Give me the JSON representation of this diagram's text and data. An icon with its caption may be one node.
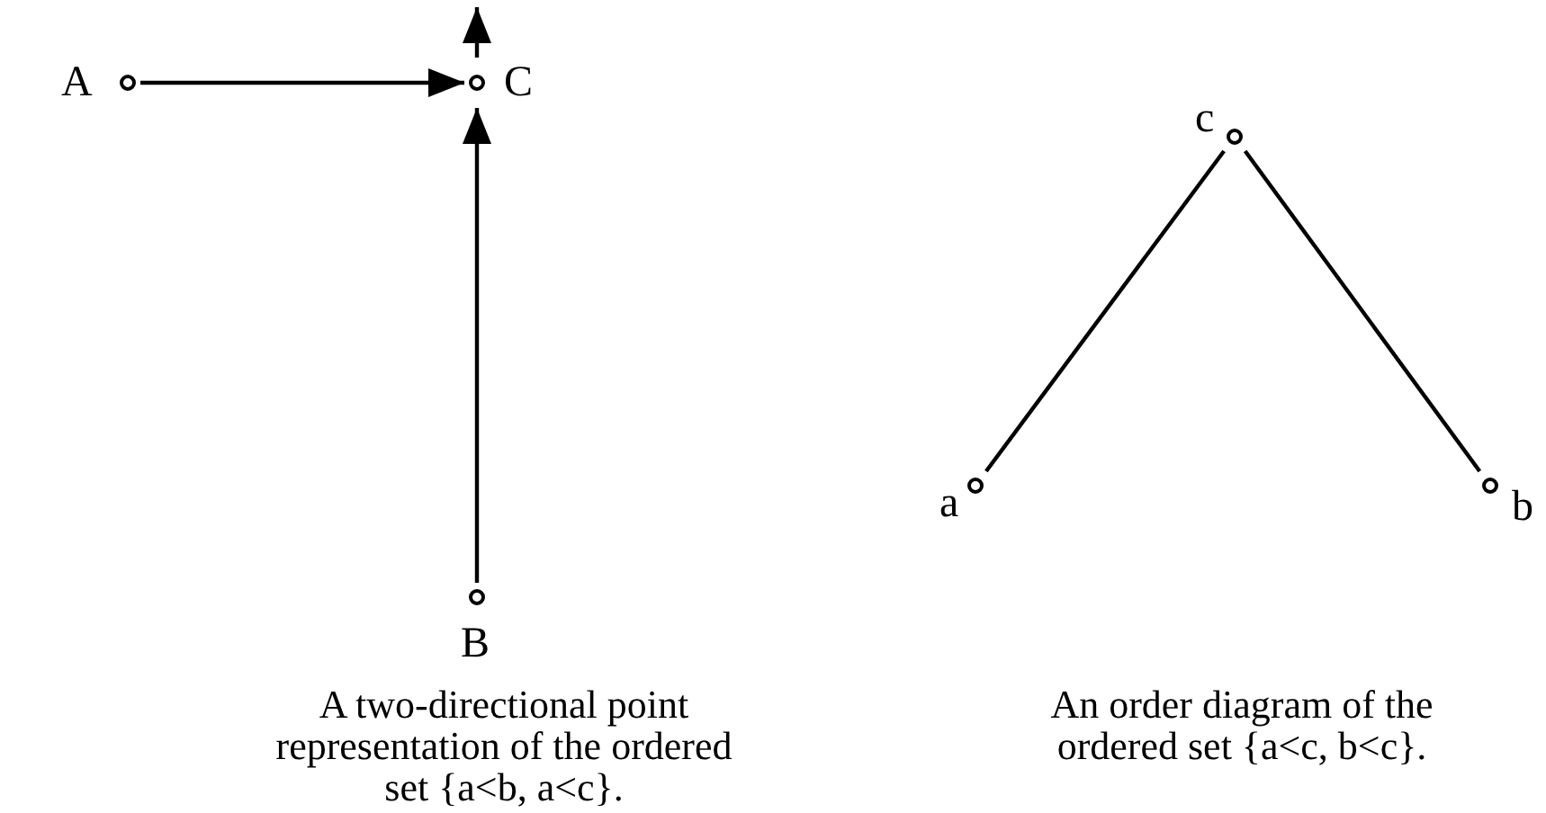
{
  "diagram": {
    "nodes": [
      {
        "text": [],
        "shape": "circle",
        "beside": [
          "A"
        ]
      },
      {
        "text": [],
        "shape": "circle",
        "beside": [
          "C"
        ]
      },
      {
        "text": [],
        "shape": "circle",
        "beside": [
          "B"
        ]
      },
      {
        "text": [],
        "shape": "circle",
        "beside": [
          "c"
        ]
      },
      {
        "text": [],
        "shape": "circle",
        "beside": [
          "a"
        ]
      },
      {
        "text": [],
        "shape": "circle",
        "beside": [
          "b"
        ]
      }
    ],
    "edges": [
      {
        "from": 0,
        "to": 1,
        "arrow": "to"
      },
      {
        "from": 2,
        "to": 1,
        "arrow": "to"
      },
      {
        "from": 1,
        "to": null,
        "arrow": "to"
      },
      {
        "from": 4,
        "to": 3,
        "arrow": "none"
      },
      {
        "from": 5,
        "to": 3,
        "arrow": "none"
      }
    ],
    "labels": [
      "A two-directional point representation of the ordered set {a<b, a<c}.",
      "An order diagram of the ordered set {a<c, b<c}."
    ]
  }
}
